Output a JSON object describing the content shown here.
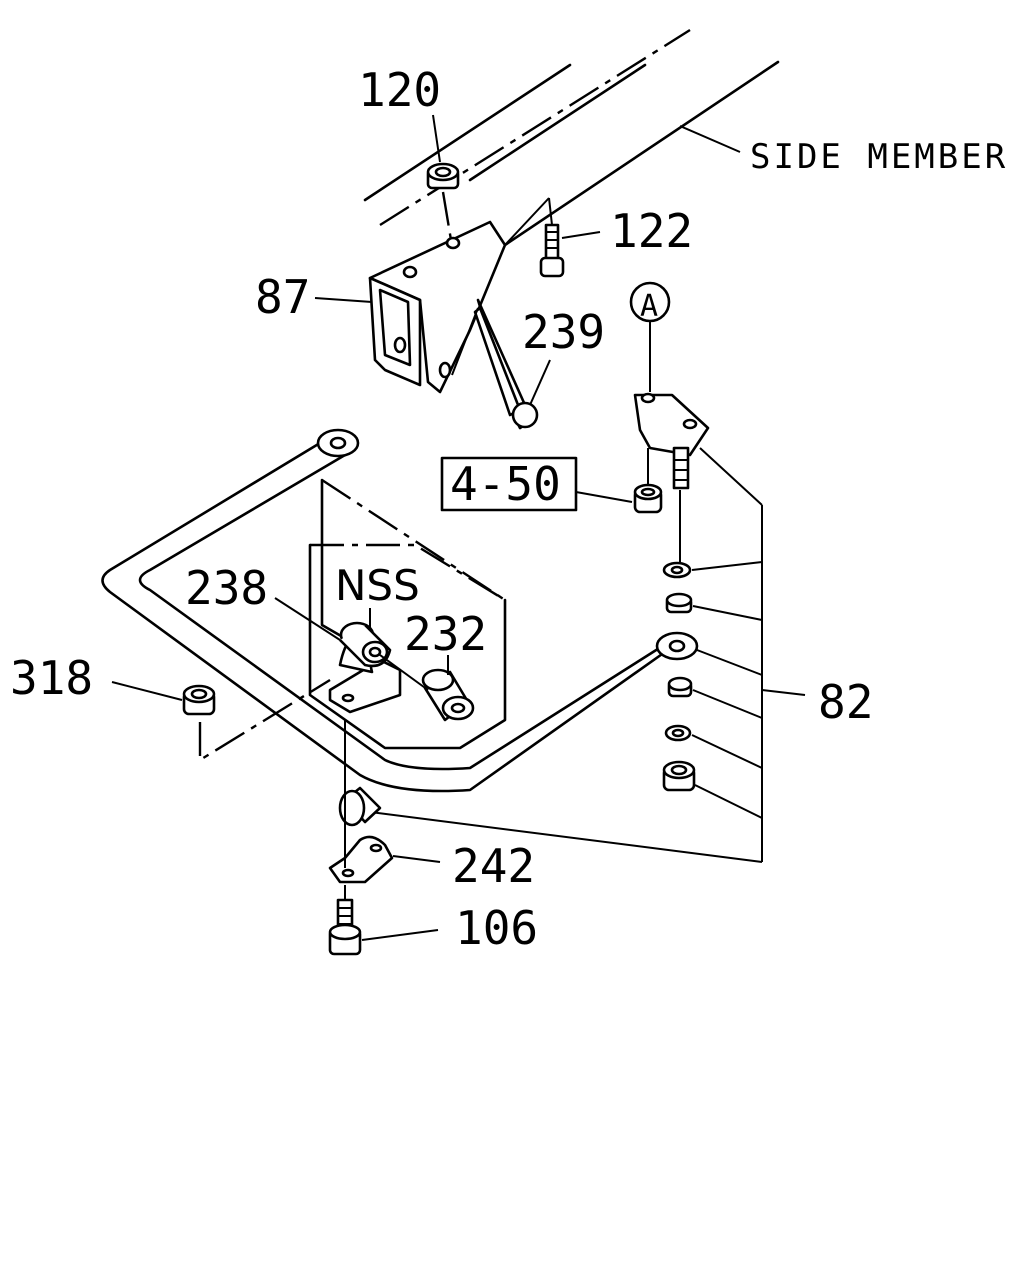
{
  "labels": {
    "side_member": "SIDE MEMBER",
    "p120": "120",
    "p122": "122",
    "p87": "87",
    "p239": "239",
    "ref_a": "A",
    "p4_50": "4-50",
    "p238": "238",
    "nss": "NSS",
    "p232": "232",
    "p318": "318",
    "p82": "82",
    "p242": "242",
    "p106": "106"
  }
}
